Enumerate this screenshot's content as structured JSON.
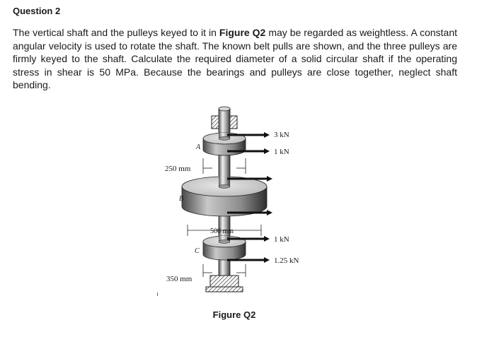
{
  "question": {
    "heading": "Question 2",
    "text_parts": [
      "The vertical shaft and the pulleys keyed to it in ",
      "Figure Q2",
      " may be regarded as weightless. A constant angular velocity is used to rotate the shaft. The known belt pulls are shown, and the three pulleys are firmly keyed to the shaft. Calculate the required diameter of a solid circular shaft if the operating stress in shear is 50 MPa. Because the bearings and pulleys are close together, neglect shaft bending."
    ]
  },
  "figure": {
    "caption": "Figure Q2",
    "labels": {
      "pulley_a": "A",
      "pulley_b": "B",
      "pulley_c": "C",
      "dim_250": "250 mm",
      "dim_500": "500 mm",
      "dim_350": "350 mm",
      "force_a_top": "3 kN",
      "force_a_bottom": "1 kN",
      "force_c_top": "1 kN",
      "force_c_bottom": "1.25 kN"
    }
  }
}
